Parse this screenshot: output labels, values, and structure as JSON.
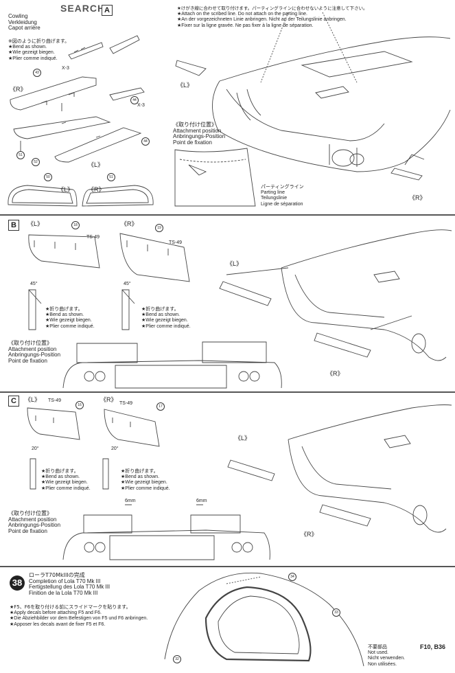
{
  "watermark": "SEARCH",
  "section_a": {
    "box": "A",
    "title_lines": [
      "Cowling",
      "Verkleidung",
      "Capot arrière"
    ],
    "bend_lines": [
      "※図のように折り曲げます。",
      "★Bend as shown.",
      "★Wie gezeigt biegen.",
      "★Plier comme indiqué."
    ],
    "scribe_lines": [
      "★けがき線に合わせて取り付けます。パーティングラインに合わせないように注意して下さい。",
      "★Attach on the scribed line. Do not attach on the parting line.",
      "★An der vorgezeichneten Linie anbringen. Nicht an der Teilungslinie anbringen.",
      "★Fixer sur la ligne gravée. Ne pas fixer à la ligne de séparation."
    ],
    "x3_a": "X-3",
    "x3_b": "X-3",
    "r_label": "《R》",
    "l_label_mid": "《L》",
    "l_label_bottom": "《L》",
    "r_label_bottom": "《R》",
    "l_label_car": "《L》",
    "r_label_car": "《R》",
    "p43": "43",
    "p44": "44",
    "p44b": "44",
    "p51": "51",
    "p52": "52",
    "p50": "50",
    "p51b": "51",
    "attach_lines": [
      "《取り付け位置》",
      "Attachment position",
      "Anbringungs-Position",
      "Point de fixation"
    ],
    "parting_lines": [
      "パーティングライン",
      "Parting line",
      "Teilungslinie",
      "Ligne de séparation"
    ]
  },
  "section_b": {
    "box": "B",
    "l_label": "《L》",
    "r_label": "《R》",
    "ts_l": "TS-49",
    "ts_r": "TS-49",
    "p18": "18",
    "p19": "19",
    "angle_l": "45°",
    "angle_r": "45°",
    "bend_lines_l": [
      "★折り曲げます。",
      "★Bend as shown.",
      "★Wie gezeigt biegen.",
      "★Plier comme indiqué."
    ],
    "bend_lines_r": [
      "★折り曲げます。",
      "★Bend as shown.",
      "★Wie gezeigt biegen.",
      "★Plier comme indiqué."
    ],
    "attach_lines": [
      "《取り付け位置》",
      "Attachment position",
      "Anbringungs-Position",
      "Point de fixation"
    ],
    "l_car": "《L》",
    "r_car": "《R》"
  },
  "section_c": {
    "box": "C",
    "l_label": "《L》",
    "r_label": "《R》",
    "ts_l": "TS-49",
    "ts_r": "TS-49",
    "p16": "16",
    "p17": "17",
    "angle_l": "20°",
    "angle_r": "20°",
    "bend_lines_l": [
      "★折り曲げます。",
      "★Bend as shown.",
      "★Wie gezeigt biegen.",
      "★Plier comme indiqué."
    ],
    "bend_lines_r": [
      "★折り曲げます。",
      "★Bend as shown.",
      "★Wie gezeigt biegen.",
      "★Plier comme indiqué."
    ],
    "attach_lines": [
      "《取り付け位置》",
      "Attachment position",
      "Anbringungs-Position",
      "Point de fixation"
    ],
    "mm_l": "6mm",
    "mm_r": "6mm",
    "l_car": "《L》",
    "r_car": "《R》"
  },
  "step38": {
    "number": "38",
    "title_lines": [
      "ローラT70MkIIIの完成",
      "Completion of Lola T70 Mk III",
      "Fertigstellung des Lola T70 Mk III",
      "Finition de la Lola T70 Mk III"
    ],
    "note_lines": [
      "★F5、F6を取り付ける前にスライドマークを貼ります。",
      "★Apply decals before attaching F5 and F6.",
      "★Die Abziehbilder vor dem Befestigen von F5 und F6 anbringen.",
      "★Apposer les decals avant de fixer F5 et F6."
    ],
    "p34": "34",
    "p33": "33",
    "p32": "32",
    "unused_lines": [
      "不要部品",
      "Not used.",
      "Nicht verwenden.",
      "Non utilisées."
    ],
    "unused_parts": "F10, B36"
  },
  "colors": {
    "ink": "#222222",
    "line": "#444444",
    "paper": "#ffffff"
  }
}
